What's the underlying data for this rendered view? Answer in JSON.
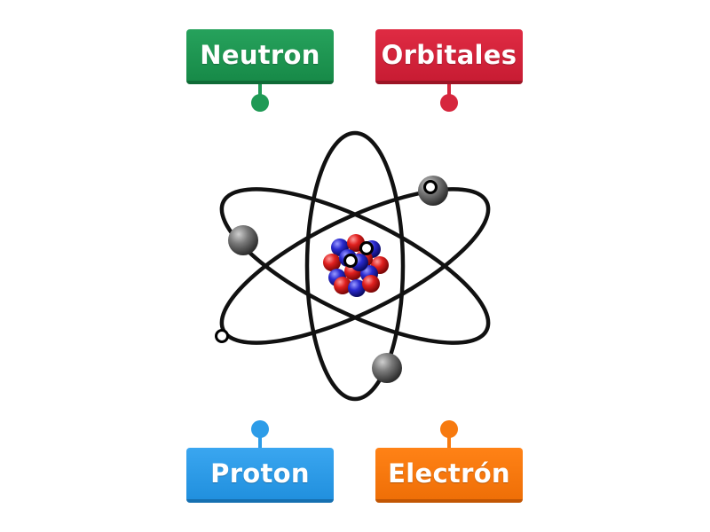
{
  "labels": {
    "neutron": "Neutron",
    "orbitales": "Orbitales",
    "proton": "Proton",
    "electron": "Electrón"
  },
  "colors": {
    "neutron": "#1f9a55",
    "orbitales": "#d6263d",
    "proton": "#2d9ce8",
    "electron": "#f77a0f",
    "orbit": "#111111",
    "electron_ball": "#6a6a6a",
    "proton_ball": "#e02020",
    "neutron_ball": "#2a2ac8"
  },
  "icons": {
    "diagram": "atom-model-diagram"
  }
}
